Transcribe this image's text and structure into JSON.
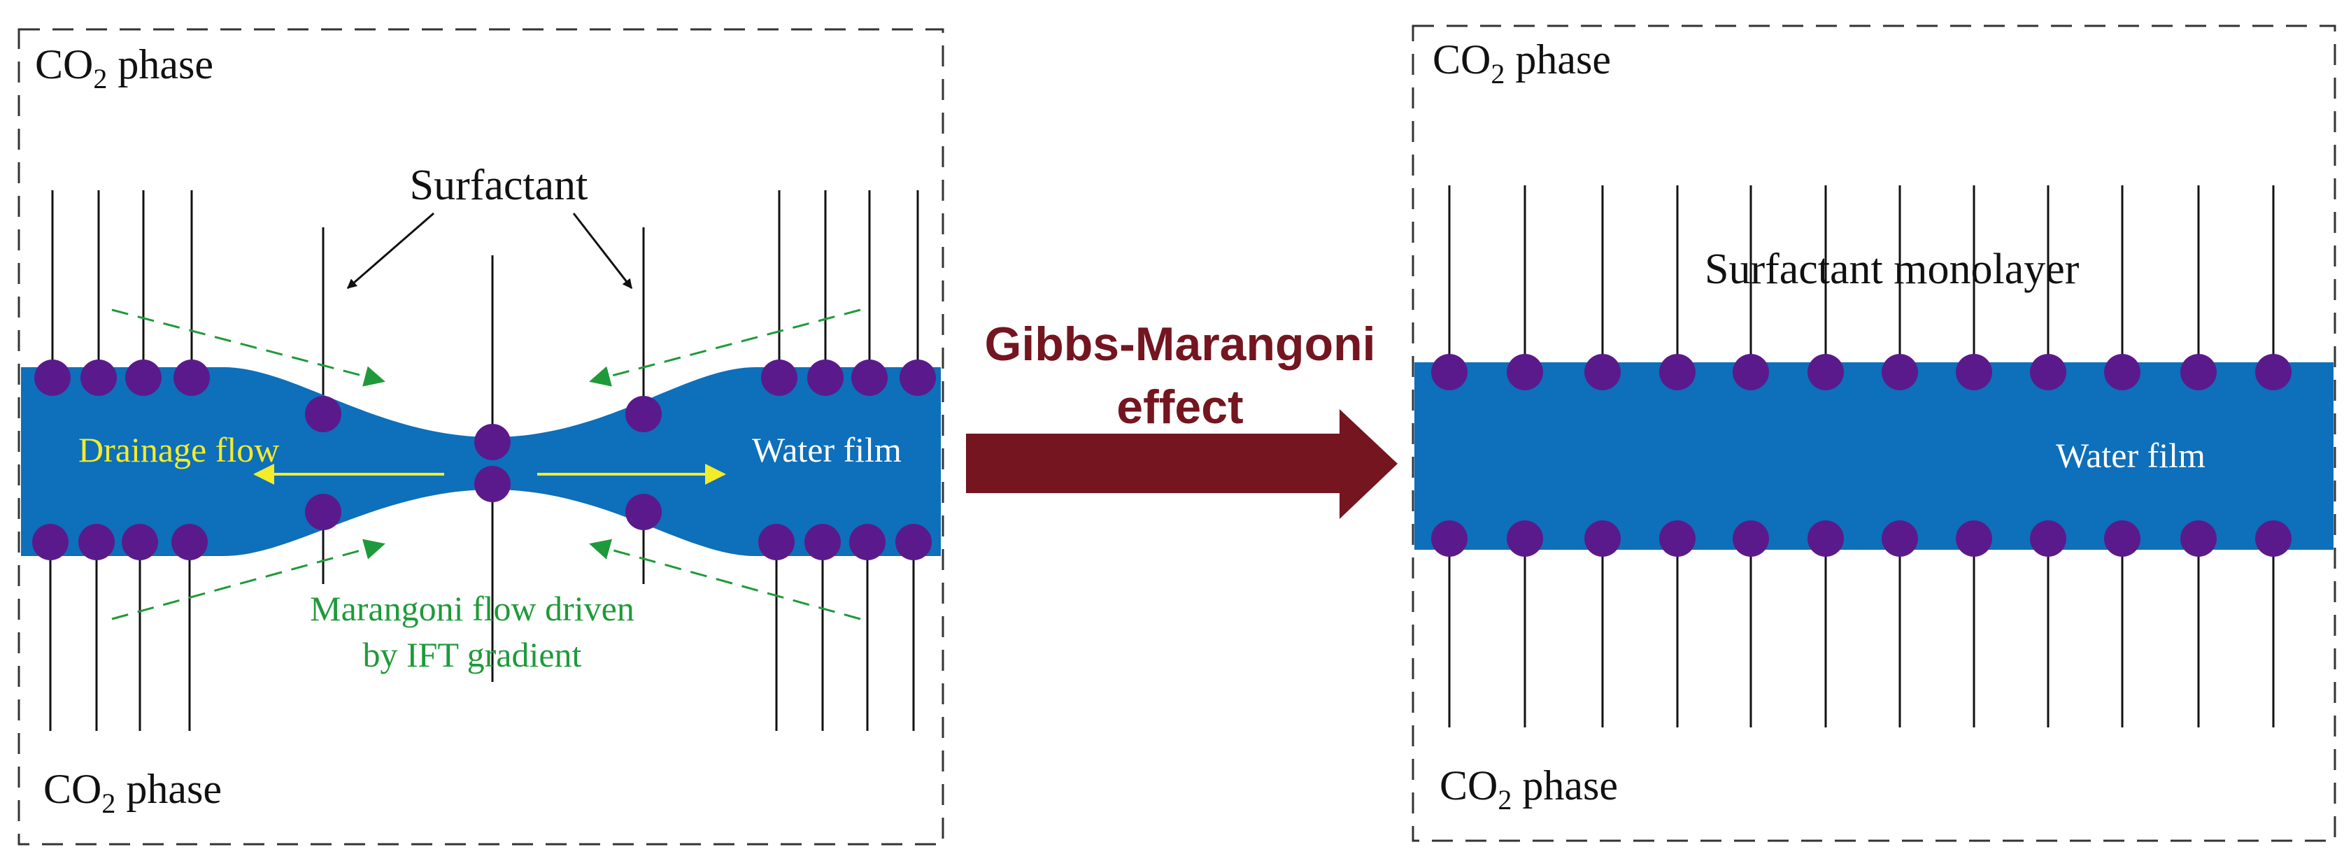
{
  "colors": {
    "water": "#0e6fba",
    "surfactant_head": "#5b1a8b",
    "tail": "#111111",
    "marangoni": "#1f9a3a",
    "drainage": "#f4ec2a",
    "arrow": "#74151f",
    "box_border": "#333333",
    "label_white": "#ffffff"
  },
  "left_panel": {
    "co2_top": {
      "main": "CO",
      "sub": "2",
      "rest": " phase"
    },
    "co2_bottom": {
      "main": "CO",
      "sub": "2",
      "rest": " phase"
    },
    "surfactant_label": "Surfactant",
    "drainage_label": "Drainage flow",
    "water_label": "Water film",
    "marangoni_label_line1": "Marangoni flow driven",
    "marangoni_label_line2": "by IFT gradient"
  },
  "center": {
    "effect_line1": "Gibbs-Marangoni",
    "effect_line2": "effect"
  },
  "right_panel": {
    "co2_top": {
      "main": "CO",
      "sub": "2",
      "rest": " phase"
    },
    "co2_bottom": {
      "main": "CO",
      "sub": "2",
      "rest": " phase"
    },
    "monolayer_label": "Surfactant monolayer",
    "water_label": "Water film"
  }
}
